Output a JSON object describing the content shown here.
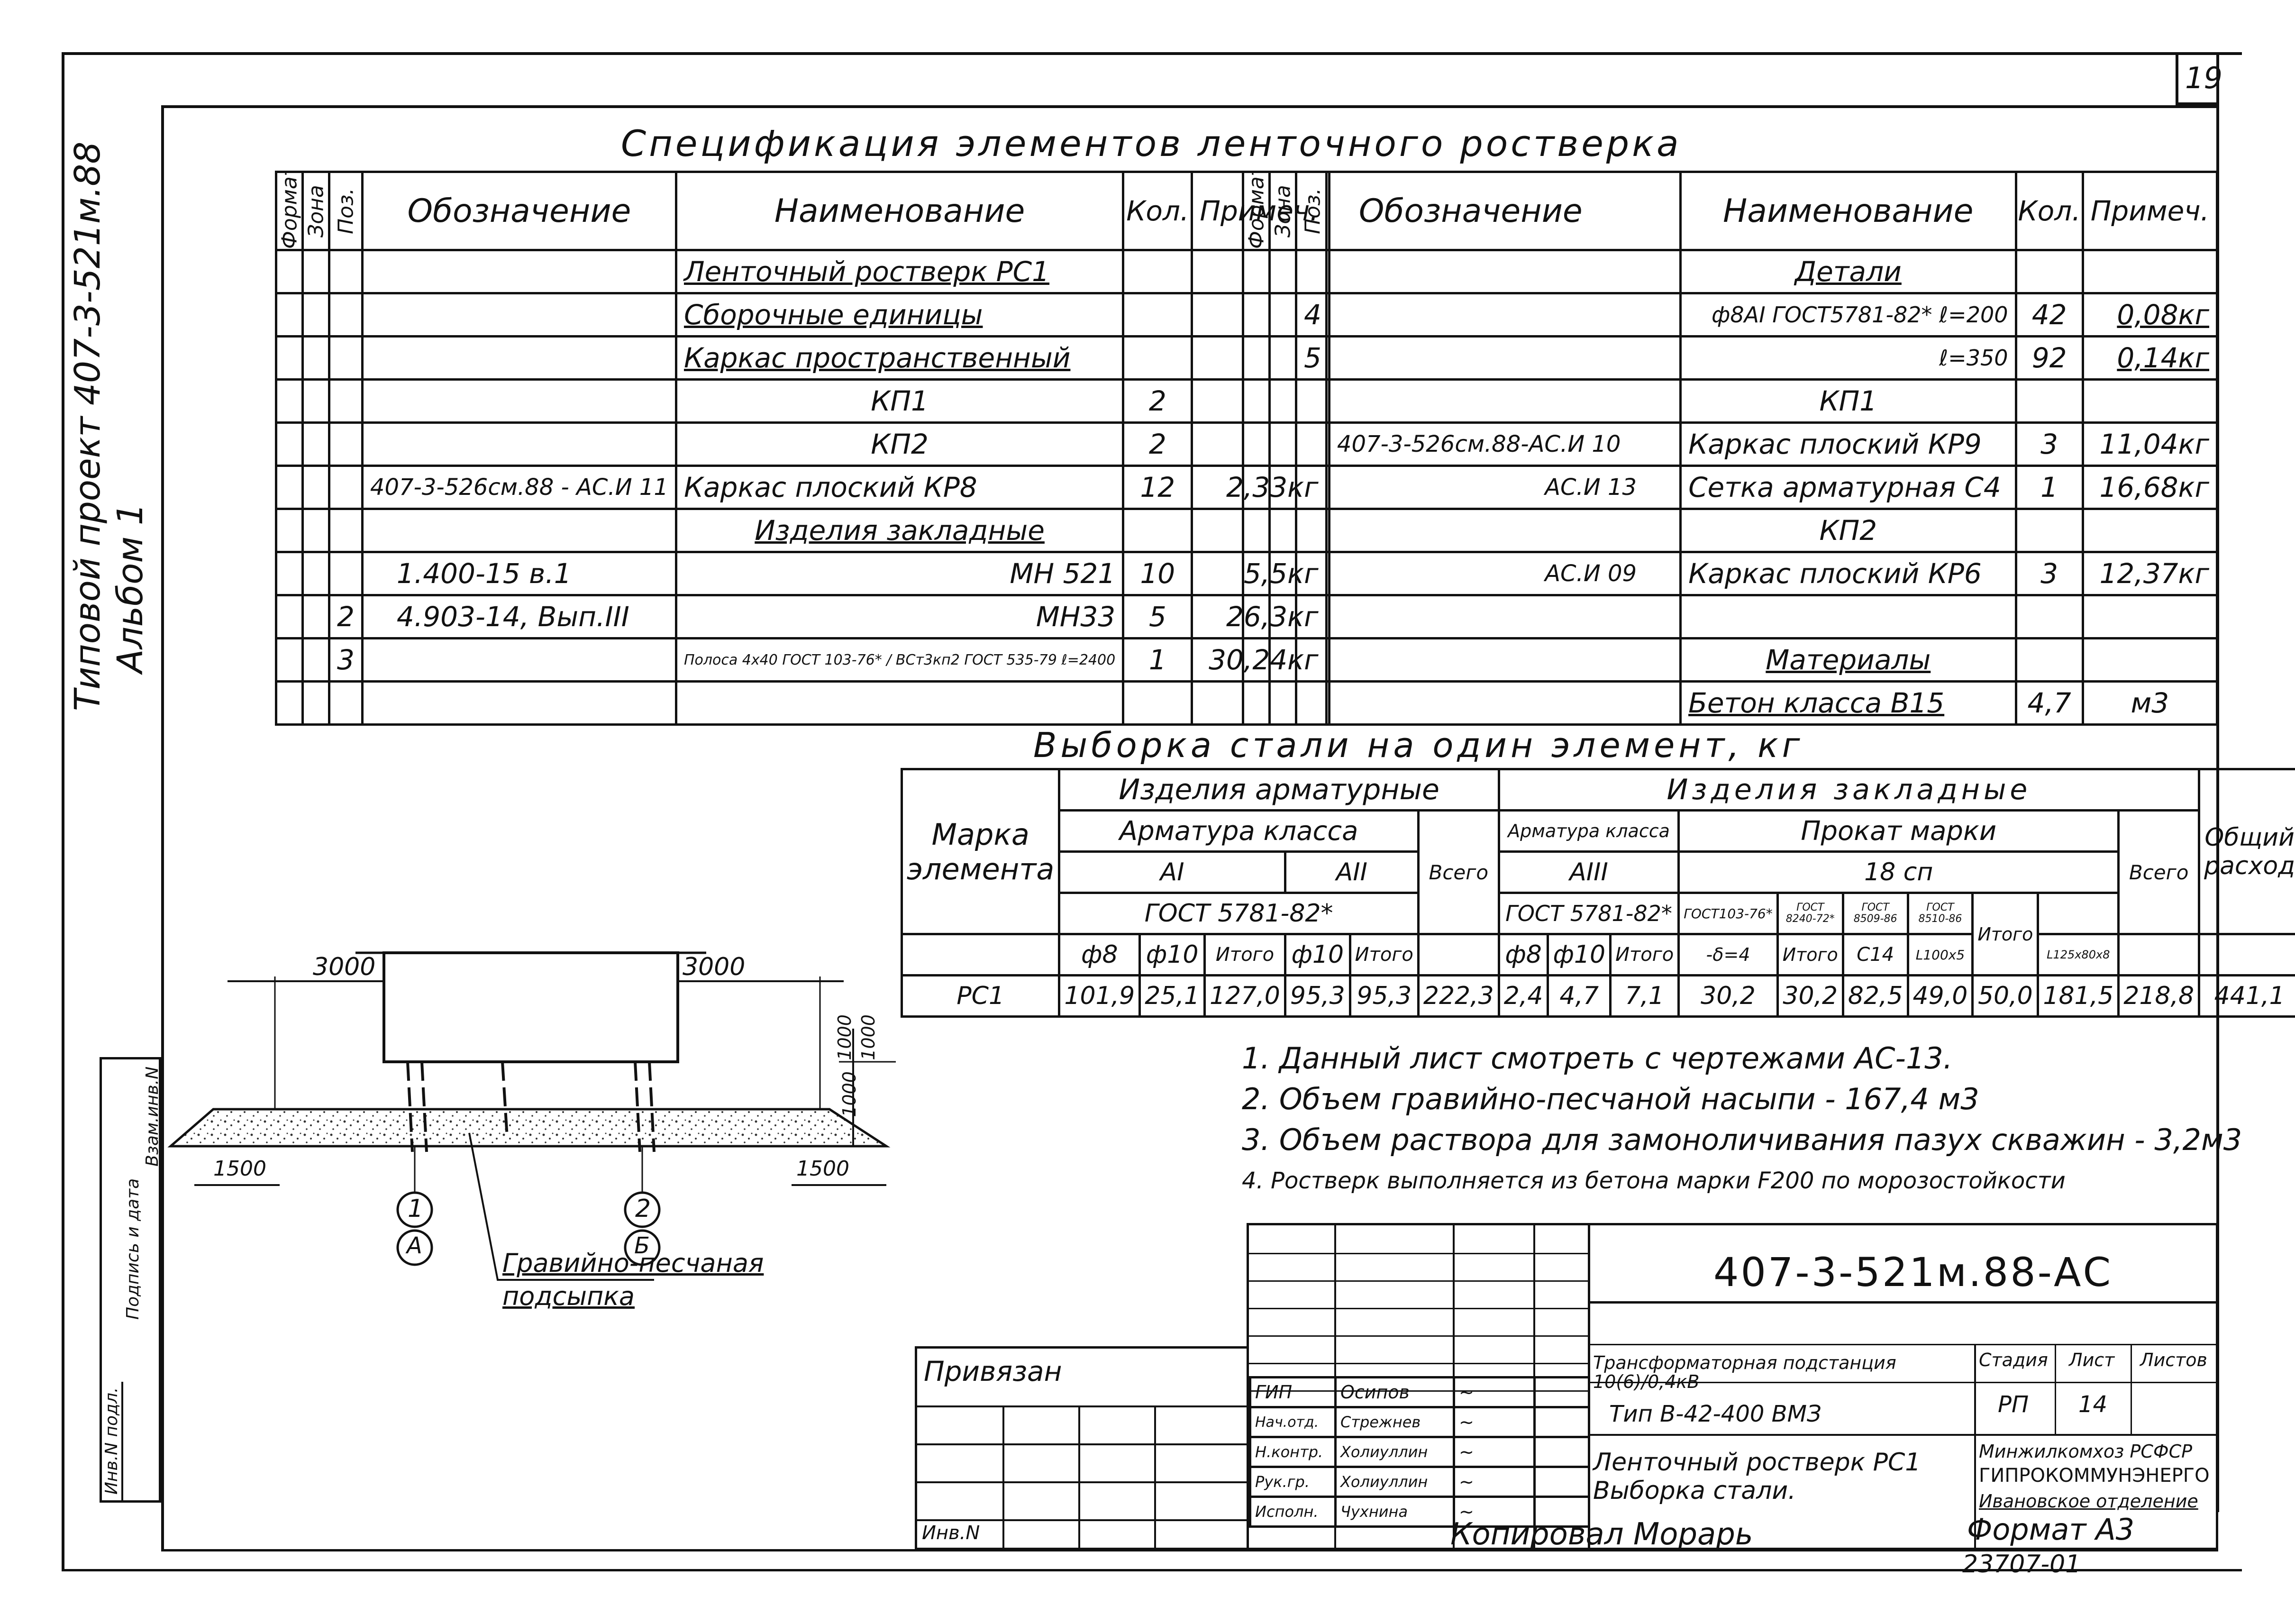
{
  "sheet_number": "19",
  "side_title": {
    "line1": "Типовой проект 407-3-521м.88",
    "line2": "Альбом 1"
  },
  "spec": {
    "title": "Спецификация элементов ленточного ростверка",
    "headers": {
      "format": "Формат",
      "zone": "Зона",
      "pos": "Поз.",
      "designation": "Обозначение",
      "name": "Наименование",
      "qty": "Кол.",
      "note": "Примеч."
    },
    "left_rows": [
      {
        "pos": "",
        "designation": "",
        "name": "Ленточный ростверк РС1",
        "qty": "",
        "note": ""
      },
      {
        "pos": "",
        "designation": "",
        "name": "Сборочные единицы",
        "qty": "",
        "note": ""
      },
      {
        "pos": "",
        "designation": "",
        "name": "Каркас пространственный",
        "qty": "",
        "note": ""
      },
      {
        "pos": "",
        "designation": "",
        "name": "КП1",
        "qty": "2",
        "note": ""
      },
      {
        "pos": "",
        "designation": "",
        "name": "КП2",
        "qty": "2",
        "note": ""
      },
      {
        "pos": "",
        "designation": "407-3-526см.88 - АС.И 11",
        "name": "Каркас плоский КР8",
        "qty": "12",
        "note": "2,33кг"
      },
      {
        "pos": "",
        "designation": "",
        "name": "Изделия закладные",
        "qty": "",
        "note": ""
      },
      {
        "pos": "",
        "designation": "1.400-15 в.1",
        "name": "МН 521",
        "qty": "10",
        "note": "5,5кг"
      },
      {
        "pos": "2",
        "designation": "4.903-14, Вып.III",
        "name": "МН33",
        "qty": "5",
        "note": "26,3кг"
      },
      {
        "pos": "3",
        "designation": "",
        "name": "Полоса 4х40 ГОСТ 103-76* / ВСт3кп2 ГОСТ 535-79 ℓ=2400",
        "qty": "1",
        "note": "30,24кг"
      },
      {
        "pos": "",
        "designation": "",
        "name": "",
        "qty": "",
        "note": ""
      }
    ],
    "right_rows": [
      {
        "pos": "",
        "designation": "",
        "name": "Детали",
        "qty": "",
        "note": ""
      },
      {
        "pos": "4",
        "designation": "",
        "name": "ф8АI ГОСТ5781-82* ℓ=200",
        "qty": "42",
        "note": "0,08кг"
      },
      {
        "pos": "5",
        "designation": "",
        "name": "ℓ=350",
        "qty": "92",
        "note": "0,14кг"
      },
      {
        "pos": "",
        "designation": "",
        "name": "КП1",
        "qty": "",
        "note": ""
      },
      {
        "pos": "",
        "designation": "407-3-526см.88-АС.И 10",
        "name": "Каркас плоский КР9",
        "qty": "3",
        "note": "11,04кг"
      },
      {
        "pos": "",
        "designation": "АС.И 13",
        "name": "Сетка арматурная С4",
        "qty": "1",
        "note": "16,68кг"
      },
      {
        "pos": "",
        "designation": "",
        "name": "КП2",
        "qty": "",
        "note": ""
      },
      {
        "pos": "",
        "designation": "АС.И 09",
        "name": "Каркас плоский КР6",
        "qty": "3",
        "note": "12,37кг"
      },
      {
        "pos": "",
        "designation": "",
        "name": "",
        "qty": "",
        "note": ""
      },
      {
        "pos": "",
        "designation": "",
        "name": "Материалы",
        "qty": "",
        "note": ""
      },
      {
        "pos": "",
        "designation": "",
        "name": "Бетон класса В15",
        "qty": "4,7",
        "note": "м3"
      }
    ]
  },
  "steel": {
    "title": "Выборка стали на один элемент, кг",
    "mark_header": "Марка элемента",
    "group1": "Изделия арматурные",
    "group2": "Изделия закладные",
    "arm_class": "Арматура класса",
    "arm_class2": "Арматура класса",
    "prokat": "Прокат марки",
    "a1": "АI",
    "a2": "АII",
    "a3": "АIII",
    "gost1": "ГОСТ 5781-82*",
    "gost2": "ГОСТ 5781-82*",
    "vsego": "Всего",
    "steel_grade": "18 сп",
    "gost103": "ГОСТ103-76*",
    "gost8240": "ГОСТ 8240-72*",
    "gost8509": "ГОСТ 8509-86",
    "gost8510": "ГОСТ 8510-86",
    "itogo": "Итого",
    "total": "Общий расход",
    "sub": [
      "ф8",
      "ф10",
      "Итого",
      "ф10",
      "Итого",
      "ф8",
      "ф10",
      "Итого",
      "-δ=4",
      "Итого",
      "С14",
      "L100x5",
      "L125x80x8"
    ],
    "row": {
      "mark": "РС1",
      "values": [
        "101,9",
        "25,1",
        "127,0",
        "95,3",
        "95,3",
        "222,3",
        "2,4",
        "4,7",
        "7,1",
        "30,2",
        "30,2",
        "82,5",
        "49,0",
        "50,0",
        "181,5",
        "218,8",
        "441,1"
      ]
    }
  },
  "notes": [
    "1. Данный лист смотреть с чертежами АС-13.",
    "2. Объем гравийно-песчаной насыпи - 167,4 м3",
    "3. Объем раствора для замоноличивания пазух скважин - 3,2м3",
    "4. Ростверк выполняется из бетона марки F200 по морозостойкости"
  ],
  "section": {
    "dim_3000_left": "3000",
    "dim_3000_right": "3000",
    "dim_1500_left": "1500",
    "dim_1500_right": "1500",
    "dim_1000a": "1000",
    "dim_1000b": "1000",
    "dim_1000c": "1000",
    "axis1": "1",
    "axisA": "А",
    "axis2": "2",
    "axisB": "Б",
    "fill_label": "Гравийно-песчаная подсыпка"
  },
  "left_strip": {
    "inv_podl": "Инв.N подл.",
    "podpis": "Подпись и дата",
    "vzam": "Взам.инв.N"
  },
  "title_block": {
    "code": "407-3-521м.88-АС",
    "privyazan": "Привязан",
    "inv": "Инв.N",
    "roles": [
      {
        "role": "ГИП",
        "name": "Осипов"
      },
      {
        "role": "Нач.отд.",
        "name": "Стрежнев"
      },
      {
        "role": "Н.контр.",
        "name": "Холиуллин"
      },
      {
        "role": "Рук.гр.",
        "name": "Холиуллин"
      },
      {
        "role": "Исполн.",
        "name": "Чухнина"
      }
    ],
    "project_name1": "Трансформаторная подстанция 10(6)/0,4кВ",
    "project_name2": "Тип В-42-400 ВМЗ",
    "sheet_name1": "Ленточный ростверк РС1",
    "sheet_name2": "Выборка стали.",
    "stadiya_h": "Стадия",
    "list_h": "Лист",
    "listov_h": "Листов",
    "stadiya": "РП",
    "list": "14",
    "listov": "",
    "org1": "Минжилкомхоз РСФСР",
    "org2": "ГИПРОКОММУНЭНЕРГО",
    "org3": "Ивановское отделение"
  },
  "footer": {
    "kopiroval": "Копировал Морарь",
    "format": "Формат А3",
    "archive": "23707-01"
  }
}
